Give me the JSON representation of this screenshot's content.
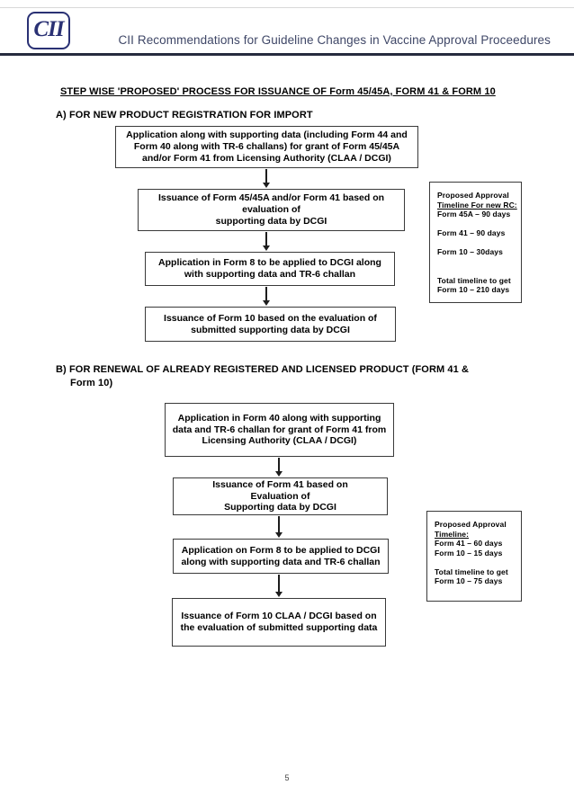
{
  "header": {
    "logo_text": "CII",
    "title": "CII Recommendations for Guideline Changes in Vaccine Approval Proceedures"
  },
  "doc": {
    "main_title": "STEP WISE 'PROPOSED' PROCESS FOR ISSUANCE OF Form 45/45A, FORM 41 & FORM 10",
    "page_number": "5"
  },
  "section_a": {
    "heading": "A) FOR NEW PRODUCT REGISTRATION FOR IMPORT",
    "boxes": [
      {
        "text": "Application along with supporting data (including Form 44 and\nForm 40 along with TR-6 challans) for grant of Form 45/45A\nand/or Form 41 from Licensing Authority (CLAA / DCGI)"
      },
      {
        "text": "Issuance of Form 45/45A and/or Form 41 based on\nevaluation of\nsupporting data by DCGI"
      },
      {
        "text": "Application in Form 8 to be applied to DCGI along\nwith supporting data and TR-6 challan"
      },
      {
        "text": "Issuance of Form 10 based on the evaluation of\nsubmitted supporting data by DCGI"
      }
    ],
    "timeline_box": {
      "intro": "Proposed Approval",
      "underlined": "Timeline For new RC:",
      "body": "Form 45A – 90 days\n\nForm 41 – 90 days\n\nForm 10 – 30days\n\n\nTotal timeline to get\nForm 10 – 210 days"
    }
  },
  "section_b": {
    "heading_line1": "B) FOR RENEWAL OF ALREADY REGISTERED AND LICENSED PRODUCT (FORM 41 &",
    "heading_line2": "Form 10)",
    "boxes": [
      {
        "text": "Application in Form 40 along with supporting\ndata and TR-6 challan for grant of Form 41 from\nLicensing Authority (CLAA / DCGI)"
      },
      {
        "text": "Issuance of Form 41 based on\nEvaluation of\nSupporting data by DCGI"
      },
      {
        "text": "Application on Form 8 to be applied to DCGI\nalong with supporting data and TR-6 challan"
      },
      {
        "text": "Issuance of Form 10 CLAA / DCGI based on\nthe evaluation of submitted supporting data"
      }
    ],
    "timeline_box": {
      "intro": "Proposed Approval",
      "underlined": "Timeline:",
      "body": "Form 41 – 60 days\nForm 10 – 15 days\n\nTotal timeline to get\nForm 10 – 75 days"
    }
  },
  "colors": {
    "logo_navy": "#2a3174",
    "header_text": "#3f4767",
    "header_rule": "#262b3e",
    "box_border": "#3a3a3a"
  }
}
